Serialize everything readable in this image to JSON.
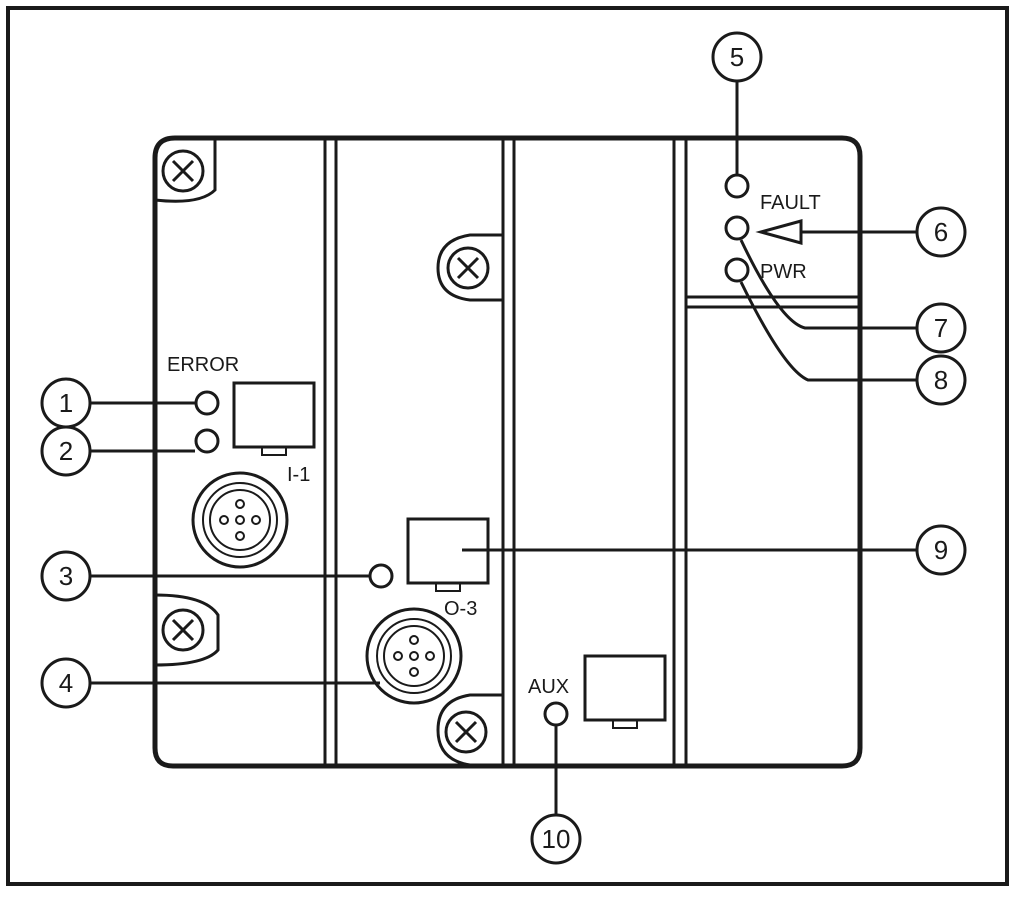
{
  "labels": {
    "error": "ERROR",
    "fault": "FAULT",
    "pwr": "PWR",
    "i1": "I-1",
    "o3": "O-3",
    "aux": "AUX"
  },
  "callouts": [
    "1",
    "2",
    "3",
    "4",
    "5",
    "6",
    "7",
    "8",
    "9",
    "10"
  ],
  "colors": {
    "line": "#1a1a1a",
    "background": "#ffffff"
  }
}
